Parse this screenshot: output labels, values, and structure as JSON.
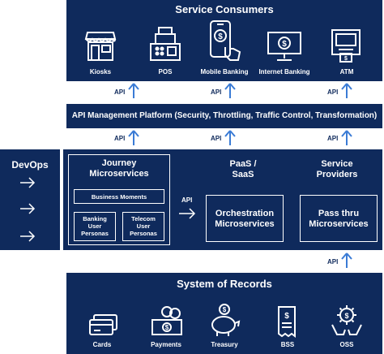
{
  "consumers": {
    "title": "Service Consumers",
    "items": [
      {
        "label": "Kiosks",
        "icon": "kiosk-icon"
      },
      {
        "label": "POS",
        "icon": "pos-register-icon"
      },
      {
        "label": "Mobile Banking",
        "icon": "mobile-phone-icon"
      },
      {
        "label": "Internet Banking",
        "icon": "monitor-icon"
      },
      {
        "label": "ATM",
        "icon": "atm-icon"
      }
    ]
  },
  "api_label": "API",
  "api_platform": {
    "label": "API Management Platform (Security, Throttling, Traffic Control, Transformation)"
  },
  "devops": {
    "title": "DevOps"
  },
  "journey": {
    "title_line1": "Journey",
    "title_line2": "Microservices",
    "business_moments": "Business Moments",
    "banking_personas": [
      "Banking",
      "User",
      "Personas"
    ],
    "telecom_personas": [
      "Telecom",
      "User",
      "Personas"
    ]
  },
  "paas": {
    "line1": "PaaS /",
    "line2": "SaaS"
  },
  "service_providers": {
    "line1": "Service",
    "line2": "Providers"
  },
  "orchestration": {
    "line1": "Orchestration",
    "line2": "Microservices"
  },
  "pass_thru": {
    "line1": "Pass thru",
    "line2": "Microservices"
  },
  "records": {
    "title": "System of Records",
    "items": [
      {
        "label": "Cards",
        "icon": "credit-card-icon"
      },
      {
        "label": "Payments",
        "icon": "payments-icon"
      },
      {
        "label": "Treasury",
        "icon": "piggy-bank-icon"
      },
      {
        "label": "BSS",
        "icon": "invoice-icon"
      },
      {
        "label": "OSS",
        "icon": "gear-hands-icon"
      }
    ]
  },
  "colors": {
    "navy": "#0f2a5c",
    "white": "#ffffff"
  }
}
